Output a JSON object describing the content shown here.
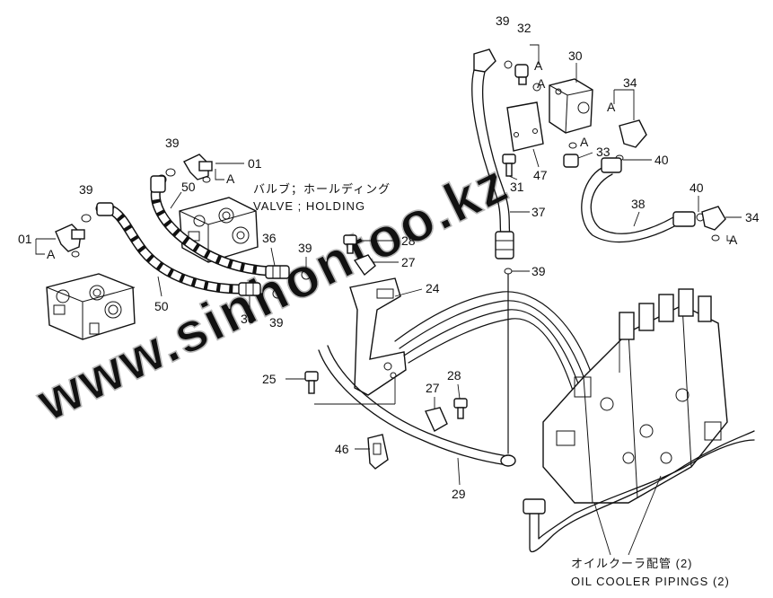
{
  "valve_caption": {
    "ja": "バルブ；ホールディング",
    "en": "VALVE ; HOLDING"
  },
  "cooler_caption": {
    "ja": "オイルクーラ配管 (2)",
    "en": "OIL COOLER PIPINGS (2)"
  },
  "watermark": "www.sinhontoo.kz",
  "callouts": {
    "c01_top": "01",
    "c01_left": "01",
    "c24": "24",
    "c25": "25",
    "c27_upper": "27",
    "c27_lower": "27",
    "c28_upper": "28",
    "c28_lower": "28",
    "c29": "29",
    "c30": "30",
    "c31": "31",
    "c32": "32",
    "c33": "33",
    "c34_upper": "34",
    "c34_right": "34",
    "c36_a": "36",
    "c36_b": "36",
    "c37": "37",
    "c38": "38",
    "c39_a": "39",
    "c39_b": "39",
    "c39_c": "39",
    "c39_d": "39",
    "c39_e": "39",
    "c39_f": "39",
    "c40_a": "40",
    "c40_b": "40",
    "c46": "46",
    "c47": "47",
    "c50_a": "50",
    "c50_b": "50"
  },
  "connection_marks": {
    "a1": "A",
    "a2": "A",
    "a3": "A",
    "a4": "A",
    "a5": "A",
    "a6": "A",
    "a7": "A"
  }
}
